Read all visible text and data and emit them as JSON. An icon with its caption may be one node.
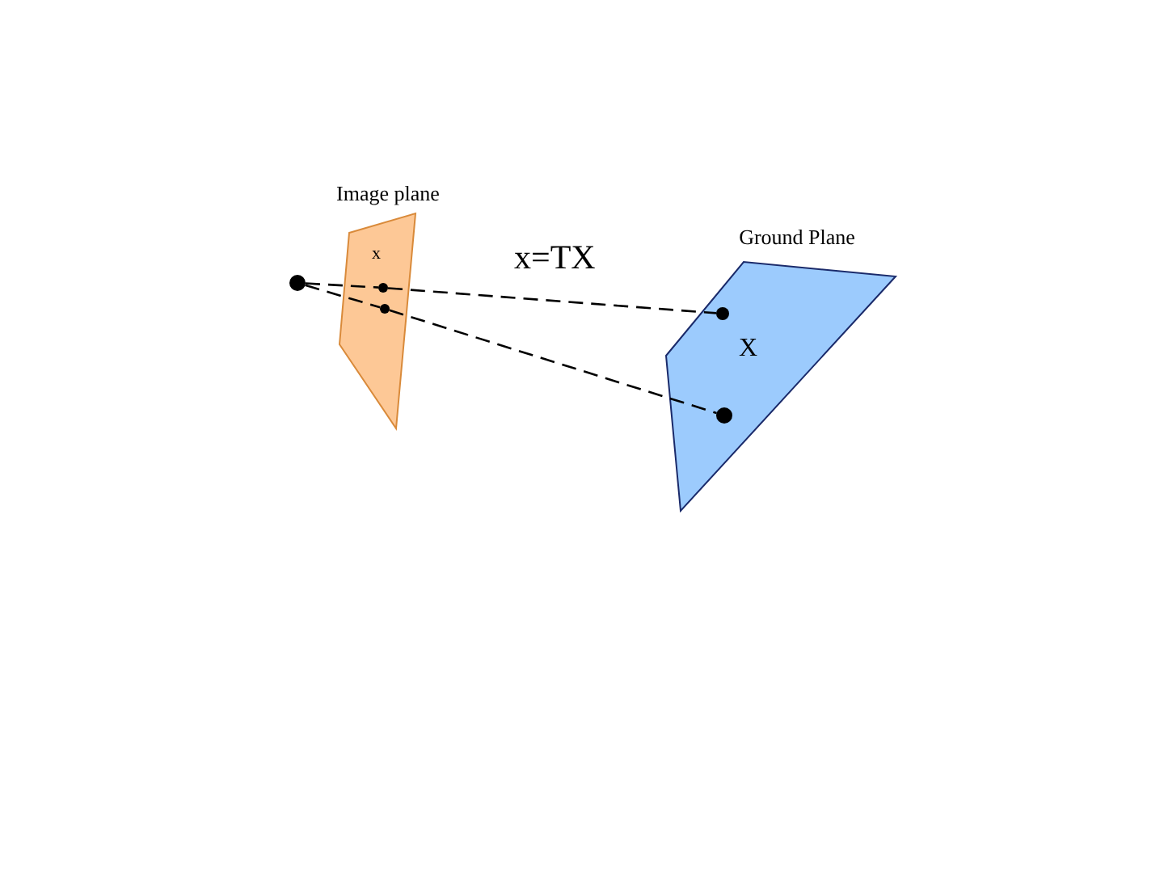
{
  "diagram": {
    "nodes": [
      {
        "text": [
          "Image plane",
          "x"
        ]
      },
      {
        "text": [
          "Ground Plane",
          "X"
        ]
      },
      {
        "text": [],
        "shape": "circle"
      },
      {
        "text": [],
        "shape": "circle",
        "in": 0
      },
      {
        "text": [],
        "shape": "circle",
        "in": 0
      },
      {
        "text": [],
        "shape": "circle",
        "in": 1
      },
      {
        "text": [],
        "shape": "circle",
        "in": 1
      }
    ],
    "edges": [
      {
        "from": 2,
        "to": 3,
        "arrow": "none",
        "style": "dashed"
      },
      {
        "from": 3,
        "to": 5,
        "arrow": "none",
        "style": "dashed"
      },
      {
        "from": 2,
        "to": 4,
        "arrow": "none",
        "style": "dashed"
      },
      {
        "from": 4,
        "to": 6,
        "arrow": "none",
        "style": "dashed"
      }
    ],
    "labels": [
      "x=TX"
    ]
  }
}
